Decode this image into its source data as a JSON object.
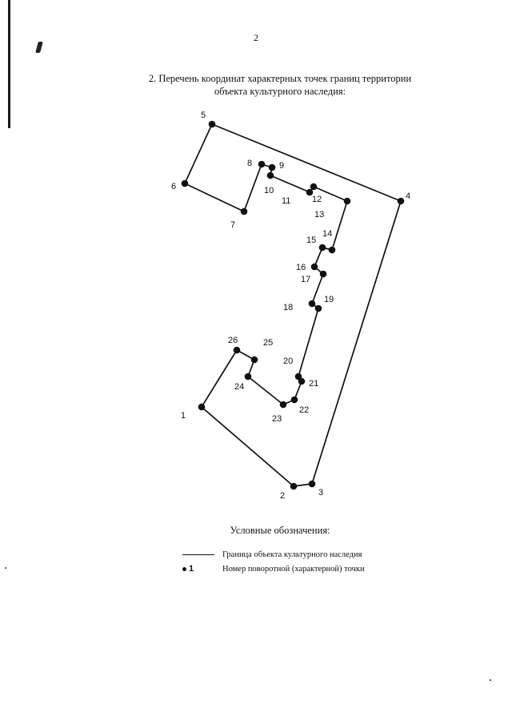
{
  "page": {
    "number": "2"
  },
  "heading": {
    "line1": "2. Перечень координат характерных точек границ территории",
    "line2": "объекта культурного наследия:"
  },
  "map": {
    "line_color": "#111111",
    "point_color": "#111111",
    "points": [
      {
        "label": "1"
      },
      {
        "label": "2"
      },
      {
        "label": "3"
      },
      {
        "label": "4"
      },
      {
        "label": "5"
      },
      {
        "label": "6"
      },
      {
        "label": "7"
      },
      {
        "label": "8"
      },
      {
        "label": "9"
      },
      {
        "label": "10"
      },
      {
        "label": "11"
      },
      {
        "label": "12"
      },
      {
        "label": "13"
      },
      {
        "label": "14"
      },
      {
        "label": "15"
      },
      {
        "label": "16"
      },
      {
        "label": "17"
      },
      {
        "label": "18"
      },
      {
        "label": "19"
      },
      {
        "label": "20"
      },
      {
        "label": "21"
      },
      {
        "label": "22"
      },
      {
        "label": "23"
      },
      {
        "label": "24"
      },
      {
        "label": "25"
      },
      {
        "label": "26"
      }
    ]
  },
  "legend": {
    "title": "Условные обозначения:",
    "boundary_label": "Граница объекта культурного наследия",
    "point_sample": "1",
    "point_label": "Номер поворотной (характерной) точки"
  }
}
